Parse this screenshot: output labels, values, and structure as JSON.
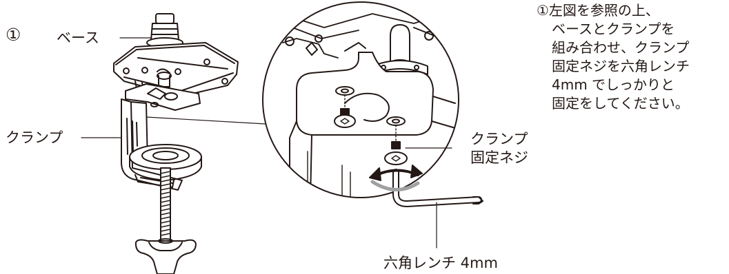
{
  "step_number": "①",
  "labels": {
    "base": "ベース",
    "clamp": "クランプ",
    "clamp_screw_line1": "クランプ",
    "clamp_screw_line2": "固定ネジ",
    "hex_wrench": "六角レンチ 4mm"
  },
  "instructions": [
    "①左図を参照の上、",
    "ベースとクランプを",
    "組み合わせ、クランプ",
    "固定ネジを六角レンチ",
    "4mm でしっかりと",
    "固定をしてください。"
  ]
}
